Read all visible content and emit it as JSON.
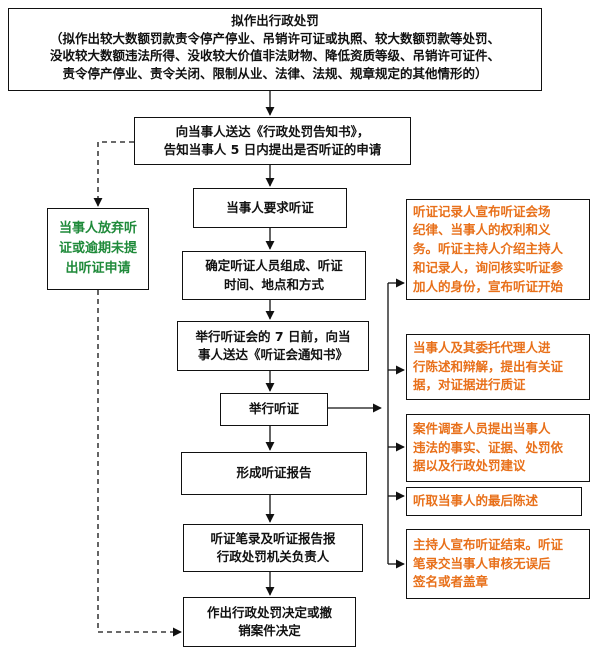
{
  "boxes": {
    "title_heading": "拟作出行政处罚",
    "title_sub": "（拟作出较大数额罚款责令停产停业、吊销许可证或执照、较大数额罚款等处罚、\n没收较大数额违法所得、没收较大价值非法财物、降低资质等级、吊销许可证件、\n责令停产停业、责令关闭、限制从业、法律、法规、规章规定的其他情形的）",
    "notify": "向当事人送达《行政处罚告知书》，\n告知当事人 5 日内提出是否听证的申请",
    "waive": "当事人放弃听\n证或逾期未提\n出听证申请",
    "request": "当事人要求听证",
    "determine": "确定听证人员组成、听证\n时间、地点和方式",
    "notice": "举行听证会的 7 日前，向当\n事人送达《听证会通知书》",
    "hold": "举行听证",
    "report": "形成听证报告",
    "submit": "听证笔录及听证报告报\n行政处罚机关负责人",
    "decision": "作出行政处罚决定或撤\n销案件决定",
    "step1": "听证记录人宣布听证会场\n纪律、当事人的权利和义\n务。听证主持人介绍主持人\n和记录人，询问核实听证参\n加人的身份，宣布听证开始",
    "step2": "当事人及其委托代理人进\n行陈述和辩解，提出有关证\n据，对证据进行质证",
    "step3": "案件调查人员提出当事人\n违法的事实、证据、处罚依\n据以及行政处罚建议",
    "step4": "听取当事人的最后陈述",
    "step5": "主持人宣布听证结束。听证\n笔录交当事人审核无误后\n签名或者盖章"
  },
  "colors": {
    "line": "#111111",
    "orange_text": "#e8701a",
    "green_text": "#1f8a3a"
  }
}
